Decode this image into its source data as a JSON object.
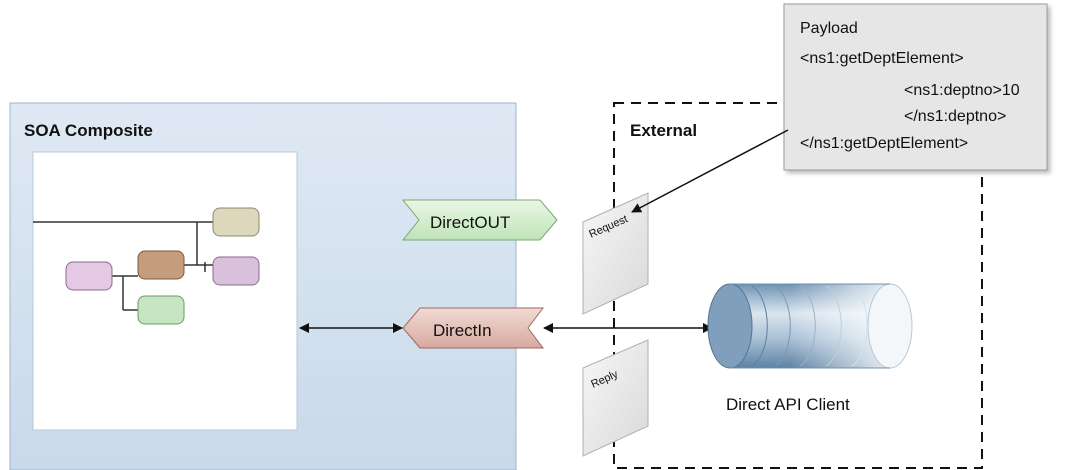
{
  "composite": {
    "title": "SOA Composite"
  },
  "external": {
    "title": "External"
  },
  "services": {
    "direct_out_label": "DirectOUT",
    "direct_in_label": "DirectIn"
  },
  "messages": {
    "request_label": "Request",
    "reply_label": "Reply"
  },
  "client": {
    "label": "Direct API Client"
  },
  "payload": {
    "lines": [
      "Payload",
      "<ns1:getDeptElement>",
      "<ns1:deptno>10",
      "</ns1:deptno>",
      "</ns1:getDeptElement>"
    ]
  },
  "colors": {
    "composite_fill": "#d6e4f2",
    "composite_border": "#9fb5cc",
    "direct_out_fill": "#d8f0d4",
    "direct_in_fill": "#e8c8c0",
    "payload_fill": "#e6e6e6",
    "cylinder_blue": "#8fb0cc"
  }
}
